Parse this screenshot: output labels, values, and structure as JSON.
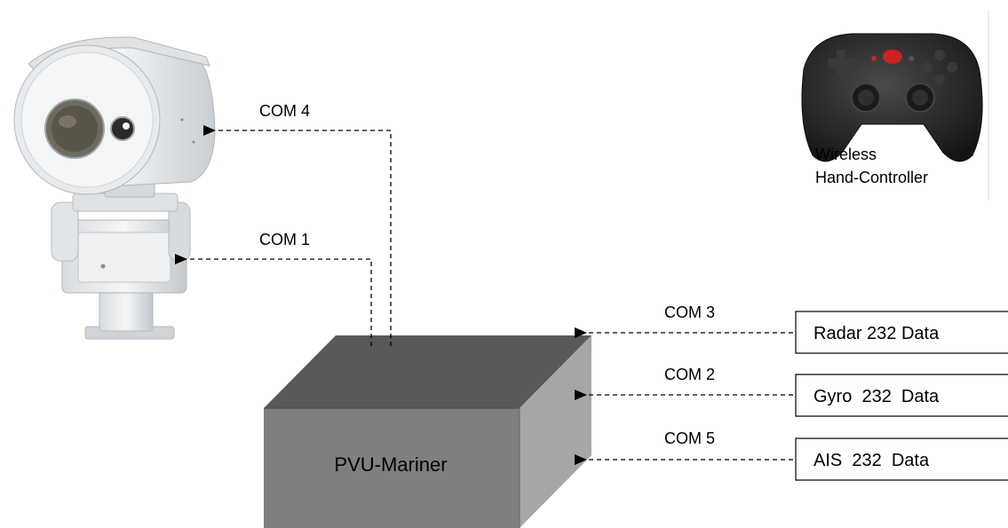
{
  "links": {
    "com4": "COM 4",
    "com1": "COM 1",
    "com3": "COM 3",
    "com2": "COM 2",
    "com5": "COM 5"
  },
  "devices": {
    "pvu": "PVU-Mariner",
    "radar": "Radar 232 Data",
    "gyro": "Gyro  232  Data",
    "ais": "AIS  232  Data",
    "controller_line1": "Wireless",
    "controller_line2": "Hand-Controller"
  },
  "colors": {
    "box_top": "#595959",
    "box_front": "#7f7f7f",
    "box_side": "#a6a6a6",
    "line": "#000000",
    "camera_body": "#e6e9ec",
    "controller_body": "#2a2a2a",
    "controller_accent": "#cc2222"
  },
  "icons": {
    "camera": "ptz-thermal-camera-icon",
    "controller": "gamepad-icon",
    "arrowhead": "arrowhead-icon"
  }
}
